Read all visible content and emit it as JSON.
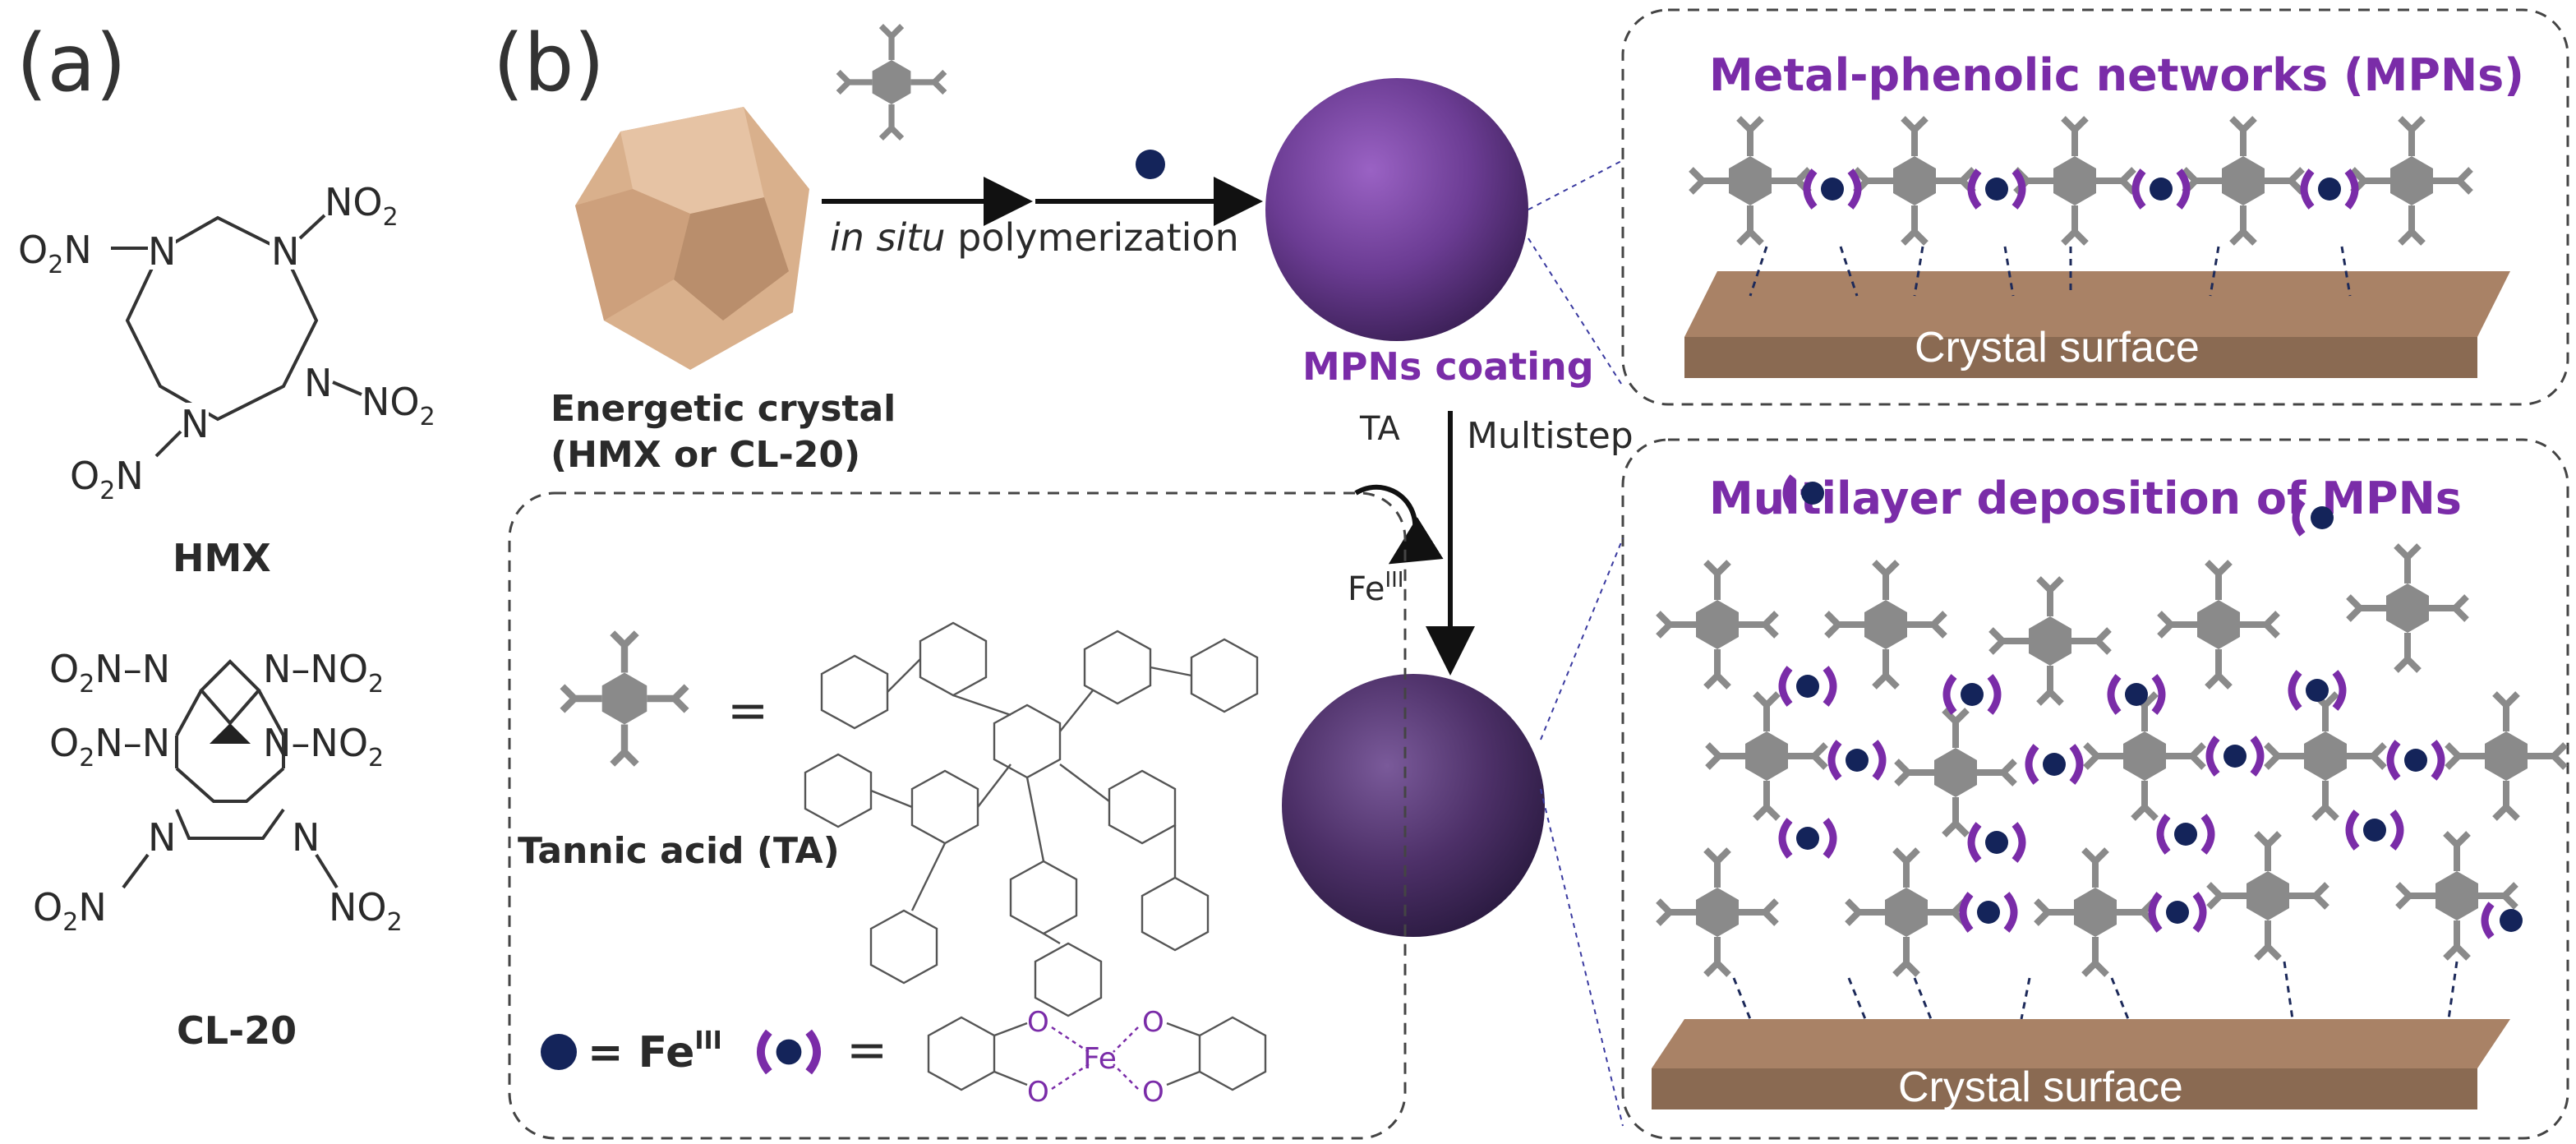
{
  "panels": {
    "a": "(a)",
    "b": "(b)"
  },
  "panel_a": {
    "hmx_name": "HMX",
    "cl20_name": "CL-20",
    "nitro_left": "O2N",
    "nitro_right": "NO2",
    "nitrogen": "N"
  },
  "panel_b": {
    "step1_italic": "in situ",
    "step1_rest": " polymerization",
    "crystal_caption_line1": "Energetic crystal",
    "crystal_caption_line2": "(HMX or CL-20)",
    "coating_label": "MPNs coating",
    "cycle_ta": "TA",
    "cycle_fe": "Fe",
    "cycle_fe_sup": "III",
    "multistep": "Multistep",
    "mpn_box_title": "Metal-phenolic networks (MPNs)",
    "multilayer_title": "Multilayer deposition of MPNs",
    "crystal_surface": "Crystal surface",
    "legend_ta_label": "Tannic acid (TA)",
    "legend_equals": "=",
    "legend_fe": "= Fe",
    "legend_fe_sup": "III",
    "complex_center": "Fe",
    "complex_o": "O"
  },
  "colors": {
    "purple": "#7a2ca8",
    "navy": "#14245a",
    "gray_unit": "#8a8a8a",
    "surface": "#8a6a52",
    "crystal": "#d9b08c",
    "particle": "#6b3c93"
  }
}
